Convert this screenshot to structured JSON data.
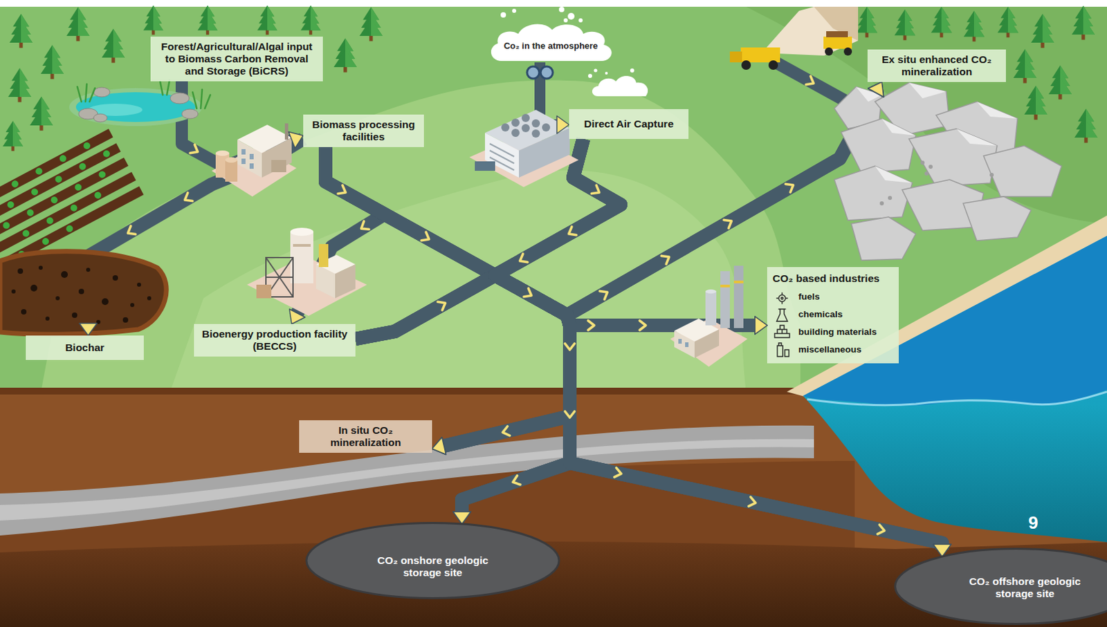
{
  "diagram": {
    "nodes": [
      {
        "text": [
          "Forest/Agricultural/Algal input to Biomass Carbon Removal and Storage (BiCRS)"
        ]
      },
      {
        "text": [
          "Co₂ in the atmosphere"
        ]
      },
      {
        "text": [
          "Ex situ enhanced CO₂ mineralization"
        ]
      },
      {
        "text": [
          "Biomass processing facilities"
        ]
      },
      {
        "text": [
          "Direct Air Capture"
        ]
      },
      {
        "text": [
          "CO₂ based industries",
          "fuels",
          "chemicals",
          "building materials",
          "miscellaneous"
        ]
      },
      {
        "text": [
          "Bioenergy production facility (BECCS)"
        ]
      },
      {
        "text": [
          "Biochar"
        ]
      },
      {
        "text": [
          "In situ CO₂ mineralization"
        ]
      },
      {
        "text": [
          "CO₂ onshore geologic storage site"
        ]
      },
      {
        "text": [
          "CO₂ offshore geologic storage site"
        ]
      }
    ],
    "edges": [
      {
        "from": 0,
        "to": 3,
        "arrow": "to"
      },
      {
        "from": 1,
        "to": 4,
        "arrow": "to"
      },
      {
        "from": 3,
        "to": 7,
        "arrow": "to"
      },
      {
        "from": 3,
        "to": 6,
        "arrow": "to"
      },
      {
        "from": 3,
        "to": 2,
        "arrow": "to"
      },
      {
        "from": 3,
        "to": 5,
        "arrow": "to"
      },
      {
        "from": 3,
        "to": 8,
        "arrow": "to"
      },
      {
        "from": 3,
        "to": 9,
        "arrow": "to"
      },
      {
        "from": 3,
        "to": 10,
        "arrow": "to"
      },
      {
        "from": 6,
        "to": 2,
        "arrow": "to"
      },
      {
        "from": 6,
        "to": 5,
        "arrow": "to"
      },
      {
        "from": 6,
        "to": 8,
        "arrow": "to"
      },
      {
        "from": 6,
        "to": 9,
        "arrow": "to"
      },
      {
        "from": 6,
        "to": 10,
        "arrow": "to"
      },
      {
        "from": 4,
        "to": 2,
        "arrow": "to"
      },
      {
        "from": 4,
        "to": 5,
        "arrow": "to"
      },
      {
        "from": 4,
        "to": 8,
        "arrow": "to"
      },
      {
        "from": 4,
        "to": 9,
        "arrow": "to"
      },
      {
        "from": 4,
        "to": 10,
        "arrow": "to"
      }
    ],
    "labels": [
      "9"
    ]
  }
}
